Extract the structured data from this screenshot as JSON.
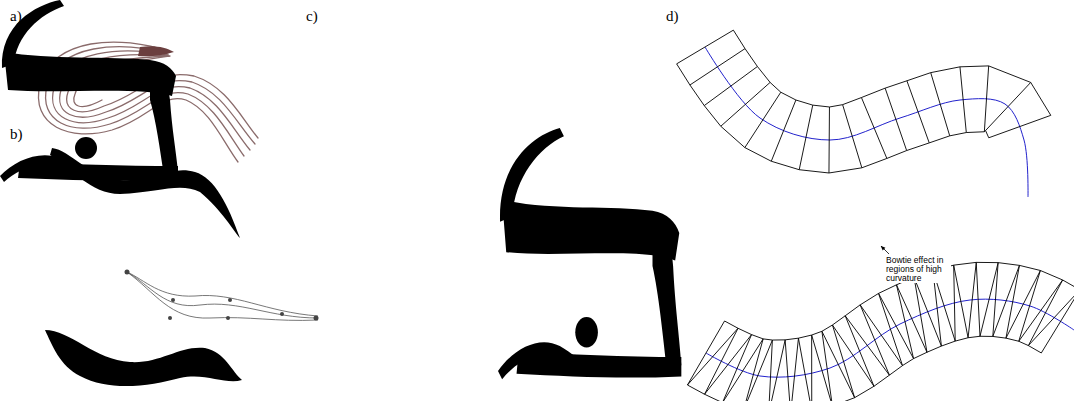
{
  "diagram": {
    "labels": [
      "a)",
      "b)",
      "c)",
      "d)",
      "Bowtie effect in regions of high curvature"
    ]
  }
}
